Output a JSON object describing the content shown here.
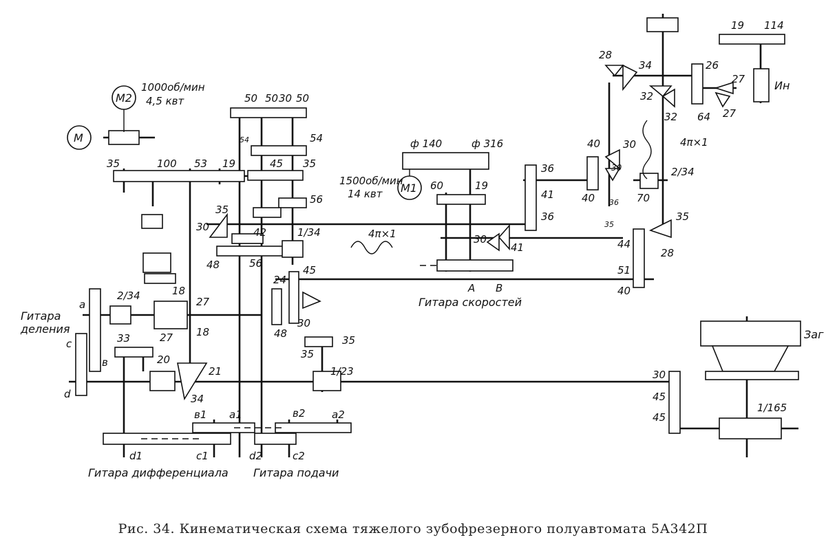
{
  "figure": {
    "caption": "Рис. 34. Кинематическая схема тяжелого зубофрезерного полуавтомата 5А342П"
  },
  "motors": {
    "m": "М",
    "m1": "М1",
    "m2": "М2",
    "m2_speed": "1000об/мин",
    "m2_power": "4,5 квт",
    "m1_speed": "1500об/мин",
    "m1_power": "14 квт"
  },
  "groups": {
    "division": [
      "Гитара",
      "деления"
    ],
    "differential": "Гитара дифференциала",
    "feed": "Гитара подачи",
    "speeds": "Гитара скоростей"
  },
  "labels": {
    "hob": "Ин",
    "blank": "Заг",
    "pulley_small": "ф 140",
    "pulley_large": "ф 316",
    "screw_upper": "4π×1",
    "screw_mid": "4π×1",
    "point_a": "А",
    "point_b": "В"
  },
  "gear_ratios": {
    "worm_div": "2/34",
    "worm_feed": "1/34",
    "worm_hob": "2/34",
    "worm_23": "1/23",
    "worm_table": "1/165"
  },
  "pickoff": {
    "a": "а",
    "b": "в",
    "c": "с",
    "d": "d",
    "a1": "а1",
    "b1": "в1",
    "c1": "с1",
    "d1": "d1",
    "a2": "а2",
    "b2": "в2",
    "c2": "с2",
    "d2": "d2"
  },
  "teeth": {
    "t35_left": "35",
    "t100": "100",
    "t53": "53",
    "t19_left": "19",
    "t50a": "50",
    "t50b": "50",
    "t30_top": "30",
    "t50c": "50",
    "t54a": "54",
    "t54b": "54",
    "t45_mid": "45",
    "t35_mid": "35",
    "t56_right": "56",
    "t35_bev": "35",
    "t30_bev": "30",
    "t48_bev": "48",
    "t42": "42",
    "t56_low": "56",
    "t24": "24",
    "t45_r": "45",
    "t48_r": "48",
    "t30_r": "30",
    "t35_r": "35",
    "t35_r2": "35",
    "t18a": "18",
    "t27a": "27",
    "t27b": "27",
    "t18b": "18",
    "t33": "33",
    "t20": "20",
    "t21": "21",
    "t34_low": "34",
    "t60": "60",
    "t19_mid": "19",
    "t30_ab": "30",
    "t41_ab": "41",
    "t36a": "36",
    "t41": "41",
    "t36b": "36",
    "t40a": "40",
    "t40b": "40",
    "t30_hob": "30",
    "t30_hob2": "30",
    "t70": "70",
    "t36_small": "36",
    "t35_small": "35",
    "t35_right": "35",
    "t28_right": "28",
    "t44": "44",
    "t51": "51",
    "t40_right": "40",
    "t28_top": "28",
    "t34_top": "34",
    "t32a": "32",
    "t32b": "32",
    "t26": "26",
    "t64": "64",
    "t27c": "27",
    "t27d": "27",
    "t19_top": "19",
    "t114": "114",
    "t30_table": "30",
    "t45_table": "45",
    "t45_table2": "45"
  }
}
